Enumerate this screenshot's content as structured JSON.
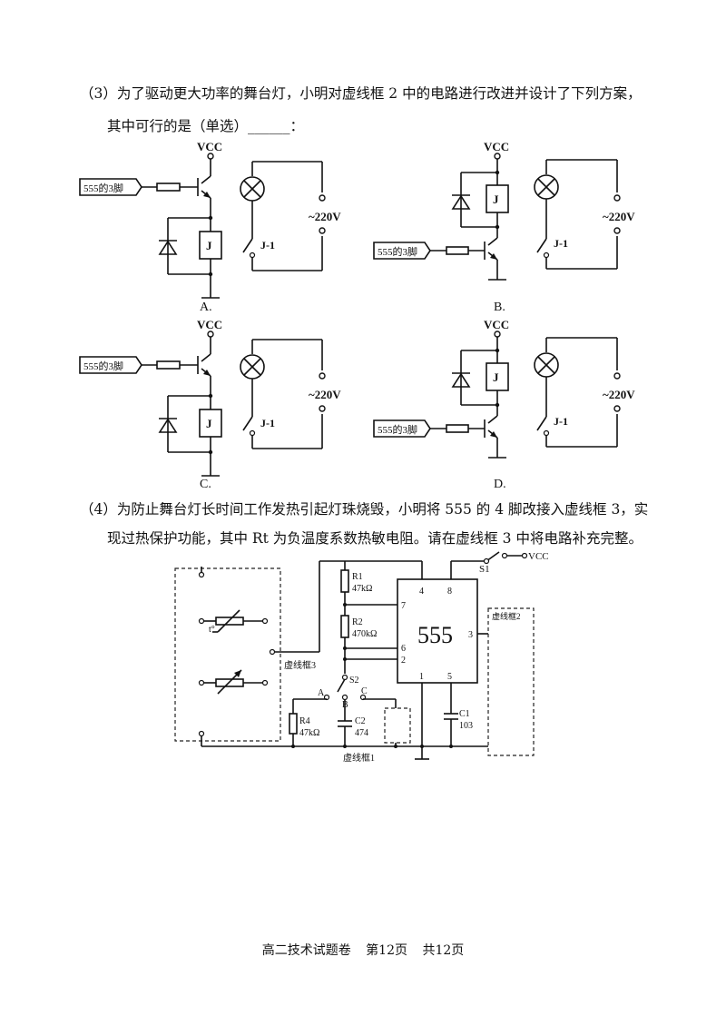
{
  "q3": {
    "line1": "（3）为了驱动更大功率的舞台灯，小明对虚线框 2 中的电路进行改进并设计了下列方案，",
    "line2": "其中可行的是（单选）",
    "blank": "______",
    "colon": "："
  },
  "circuits": {
    "vcc": "VCC",
    "input_label": "555的3脚",
    "relay": "J",
    "switch": "J-1",
    "voltage": "~220V",
    "options": [
      "A.",
      "B.",
      "C.",
      "D."
    ]
  },
  "q4": {
    "line1": "（4）为防止舞台灯长时间工作发热引起灯珠烧毁，小明将 555 的 4 脚改接入虚线框 3，实",
    "line2": "现过热保护功能，其中 Rt 为负温度系数热敏电阻。请在虚线框 3 中将电路补充完整。"
  },
  "bottom_circuit": {
    "s1": "S1",
    "vcc": "VCC",
    "r1": "R1",
    "r1_val": "47kΩ",
    "r2": "R2",
    "r2_val": "470kΩ",
    "r4": "R4",
    "r4_val": "47kΩ",
    "c1": "C1",
    "c1_val": "103",
    "c2": "C2",
    "c2_val": "474",
    "chip": "555",
    "pins": [
      "4",
      "8",
      "7",
      "6",
      "2",
      "3",
      "1",
      "5"
    ],
    "s2": "S2",
    "a": "A",
    "b": "B",
    "c": "C",
    "box1": "虚线框1",
    "box2": "虚线框2",
    "box3": "虚线框3",
    "thermistor_mark": "t°"
  },
  "footer": {
    "title": "高二技术试题卷",
    "page": "第12页",
    "total": "共12页"
  }
}
